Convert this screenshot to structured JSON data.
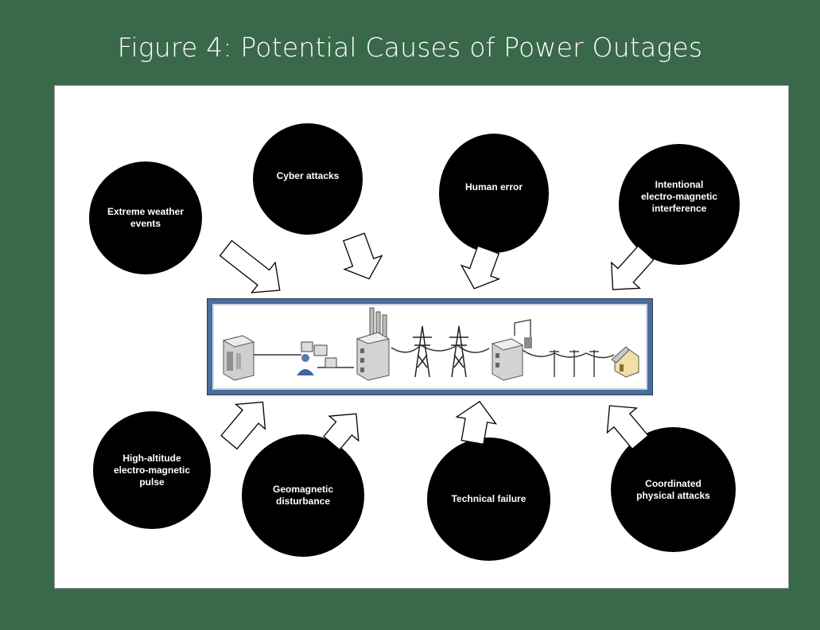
{
  "title": "Figure 4: Potential Causes of Power Outages",
  "causes": {
    "extreme_weather": [
      "Extreme weather",
      "events"
    ],
    "cyber_attacks": [
      "Cyber attacks"
    ],
    "human_error": [
      "Human error"
    ],
    "intentional_emi": [
      "Intentional",
      "electro-magnetic",
      "interference"
    ],
    "hemp": [
      "High-altitude",
      "electro-magnetic",
      "pulse"
    ],
    "geomagnetic": [
      "Geomagnetic",
      "disturbance"
    ],
    "technical_failure": [
      "Technical failure"
    ],
    "physical_attacks": [
      "Coordinated",
      "physical attacks"
    ]
  },
  "grid_illustration": {
    "icons": [
      "power-plant-icon",
      "control-center-operator-icon",
      "generation-plant-icon",
      "transmission-tower-icon",
      "transmission-tower-icon",
      "substation-icon",
      "distribution-poles-icon",
      "house-icon"
    ]
  }
}
